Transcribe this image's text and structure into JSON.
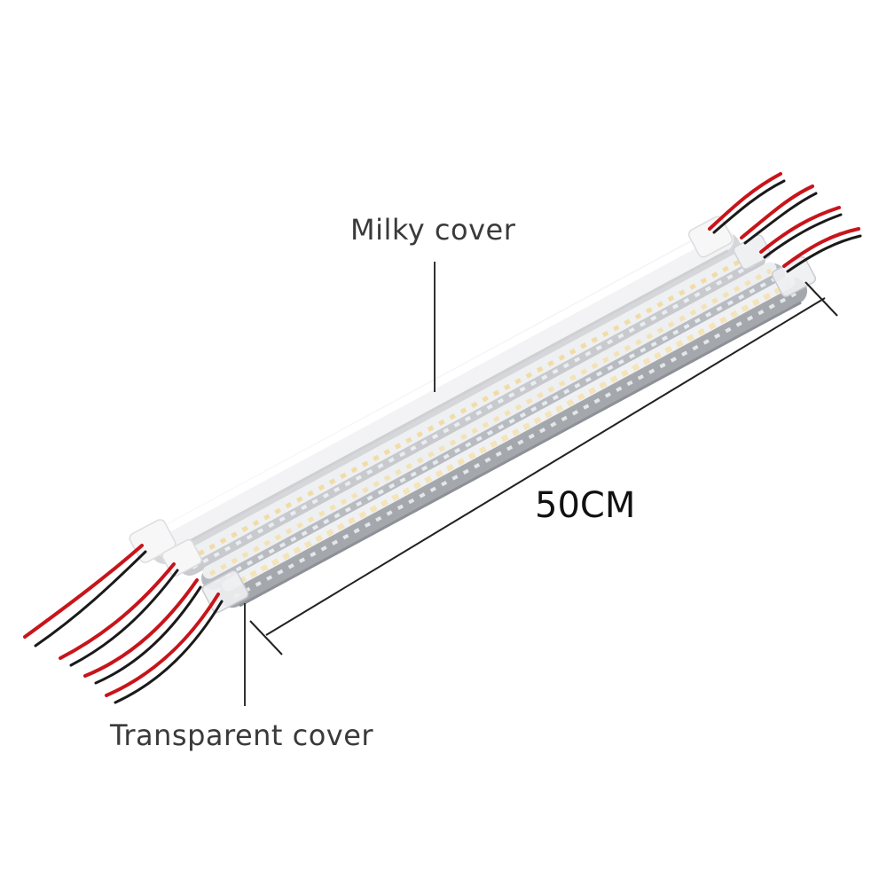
{
  "labels": {
    "milky_cover": "Milky cover",
    "transparent_cover": "Transparent cover",
    "length": "50CM"
  },
  "colors": {
    "background": "#ffffff",
    "milky_cover": "#f4f4f6",
    "aluminum": "#b9bcc1",
    "led_warm": "#f3e2b4",
    "led_cool": "#e6ebf0",
    "wire_red": "#c8141a",
    "wire_black": "#1a1a1a",
    "leader_line": "#333333",
    "text": "#3a3a3a"
  },
  "products": [
    {
      "name": "milky-cover-bar"
    },
    {
      "name": "transparent-cover-bar-warm"
    },
    {
      "name": "transparent-cover-bar-cool"
    },
    {
      "name": "transparent-cover-bar-front"
    }
  ]
}
